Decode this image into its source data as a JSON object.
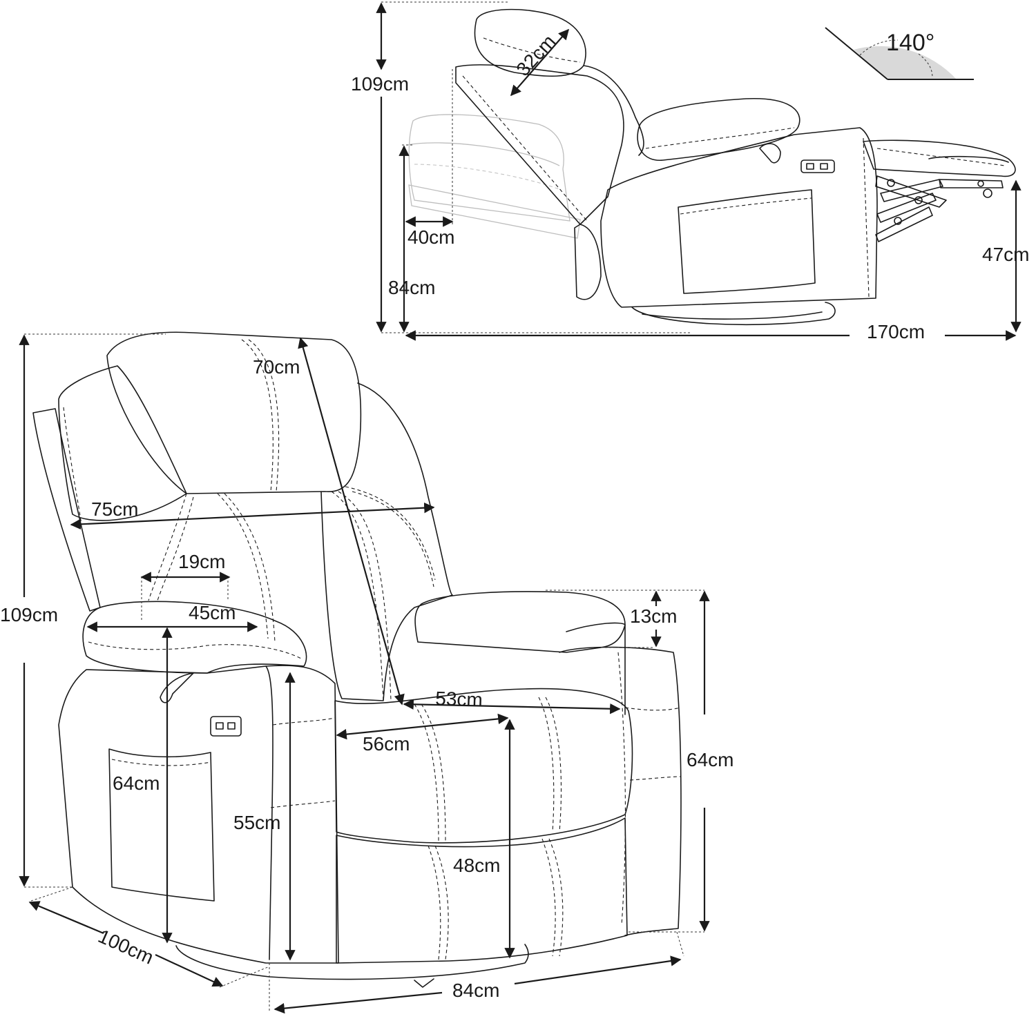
{
  "colors": {
    "line": "#1a1a1a",
    "ghost": "#bdbdbd",
    "angle_fill": "#d9d9d9",
    "background": "#ffffff"
  },
  "side_view": {
    "height_total": "109cm",
    "headrest_width": "32cm",
    "back_clearance": "40cm",
    "height_upright": "84cm",
    "footrest_height": "47cm",
    "length_reclined": "170cm",
    "recline_angle": "140°"
  },
  "front_view": {
    "height_total": "109cm",
    "backrest_height": "70cm",
    "backrest_width": "75cm",
    "pocket_width": "19cm",
    "armrest_length": "45cm",
    "armrest_thickness": "13cm",
    "seat_width": "53cm",
    "seat_depth": "56cm",
    "arm_height_left": "64cm",
    "arm_height_right": "64cm",
    "arm_inner_height": "55cm",
    "seat_height": "48cm",
    "depth": "100cm",
    "width": "84cm"
  }
}
